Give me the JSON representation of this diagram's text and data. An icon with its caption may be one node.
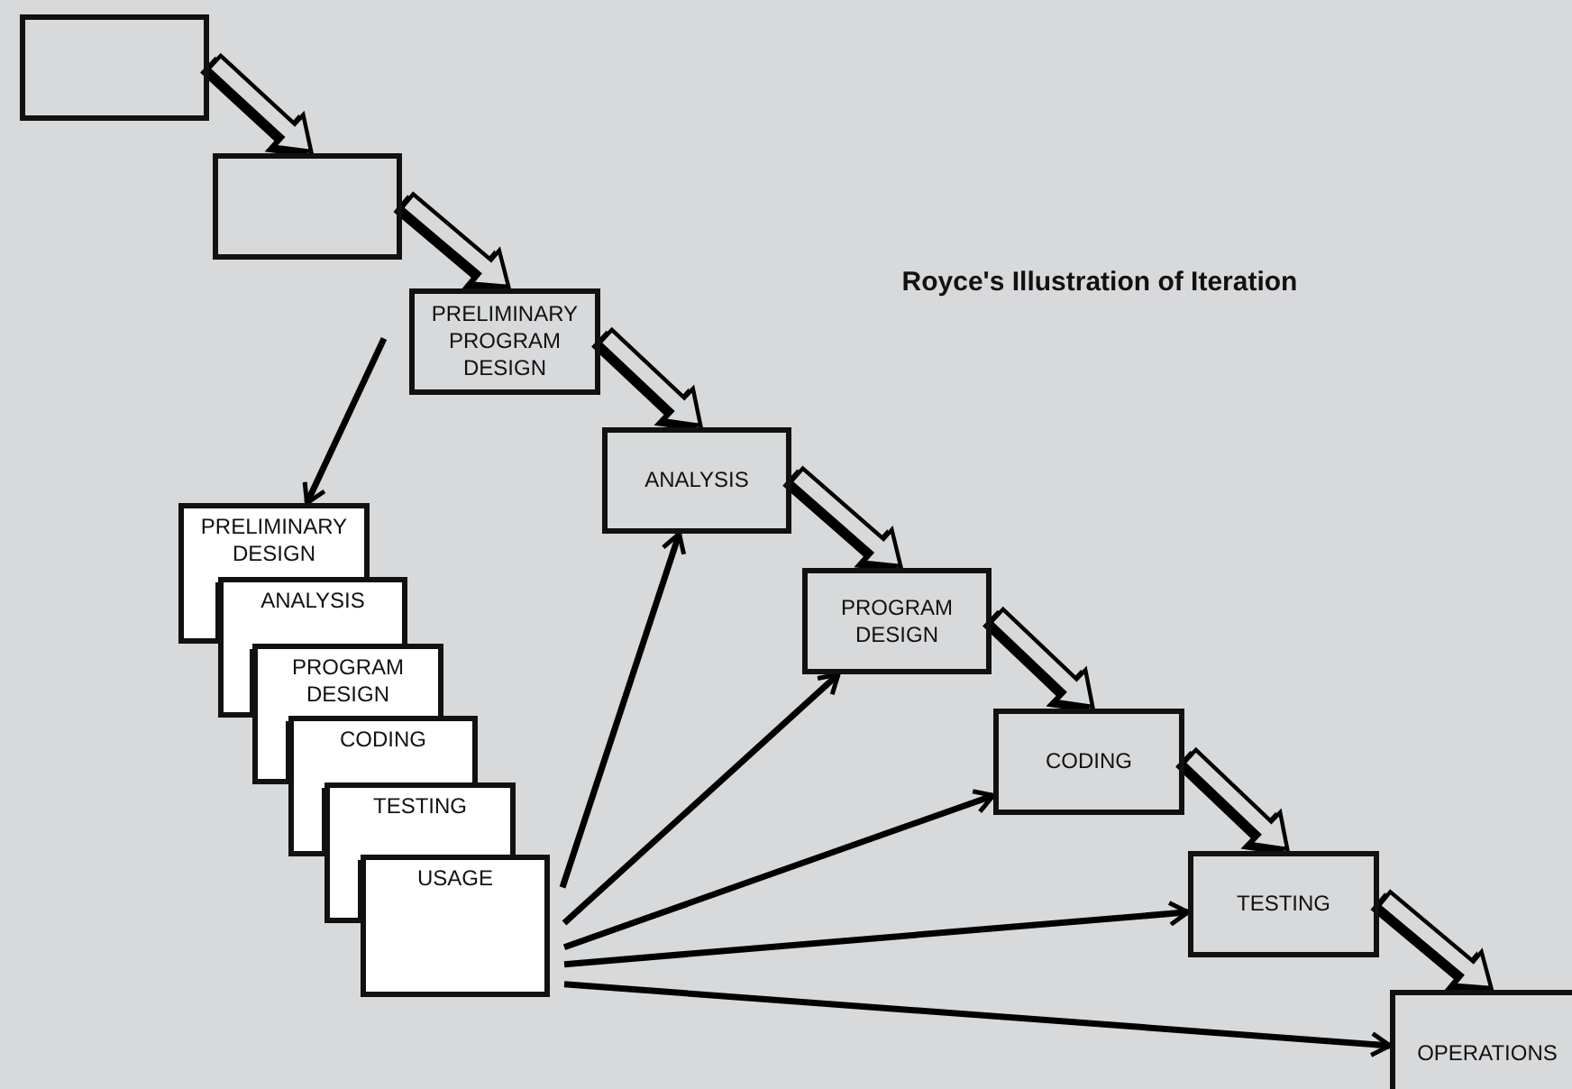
{
  "diagram": {
    "title": "Royce's Illustration of Iteration",
    "nodes": [
      {
        "text": [],
        "shape": "box"
      },
      {
        "text": [],
        "shape": "box"
      },
      {
        "text": [
          "PRELIMINARY PROGRAM DESIGN"
        ]
      },
      {
        "text": [
          "ANALYSIS"
        ]
      },
      {
        "text": [
          "PROGRAM DESIGN"
        ]
      },
      {
        "text": [
          "CODING"
        ]
      },
      {
        "text": [
          "TESTING"
        ]
      },
      {
        "text": [
          "OPERATIONS"
        ]
      },
      {
        "text": [
          "PRELIMINARY DESIGN"
        ]
      },
      {
        "text": [
          "ANALYSIS"
        ]
      },
      {
        "text": [
          "PROGRAM DESIGN"
        ]
      },
      {
        "text": [
          "CODING"
        ]
      },
      {
        "text": [
          "TESTING"
        ]
      },
      {
        "text": [
          "USAGE"
        ]
      }
    ],
    "edges": [
      {
        "from": 0,
        "to": 1,
        "arrow": "to",
        "style": "thick"
      },
      {
        "from": 1,
        "to": 2,
        "arrow": "to",
        "style": "thick"
      },
      {
        "from": 2,
        "to": 3,
        "arrow": "to",
        "style": "thick"
      },
      {
        "from": 3,
        "to": 4,
        "arrow": "to",
        "style": "thick"
      },
      {
        "from": 4,
        "to": 5,
        "arrow": "to",
        "style": "thick"
      },
      {
        "from": 5,
        "to": 6,
        "arrow": "to",
        "style": "thick"
      },
      {
        "from": 6,
        "to": 7,
        "arrow": "to",
        "style": "thick"
      },
      {
        "from": 2,
        "to": 8,
        "arrow": "to"
      },
      {
        "from": 13,
        "to": 3,
        "arrow": "to"
      },
      {
        "from": 13,
        "to": 4,
        "arrow": "to"
      },
      {
        "from": 13,
        "to": 5,
        "arrow": "to"
      },
      {
        "from": 13,
        "to": 6,
        "arrow": "to"
      },
      {
        "from": 13,
        "to": 7,
        "arrow": "to"
      }
    ]
  }
}
